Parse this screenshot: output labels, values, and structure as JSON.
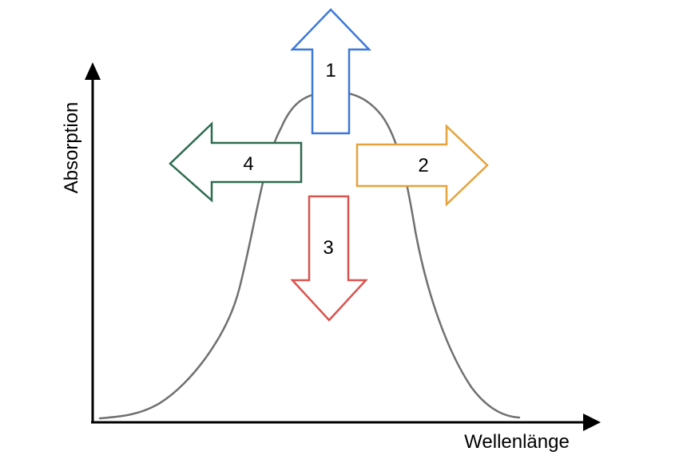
{
  "axes": {
    "y_label": "Absorption",
    "x_label": "Wellenlänge"
  },
  "arrows": [
    {
      "label": "1",
      "direction": "up",
      "color": "#3b78d8"
    },
    {
      "label": "2",
      "direction": "right",
      "color": "#e6a23c"
    },
    {
      "label": "3",
      "direction": "down",
      "color": "#d9534f"
    },
    {
      "label": "4",
      "direction": "left",
      "color": "#2e6b4f"
    }
  ],
  "colors": {
    "axis": "#000000",
    "curve": "#707070"
  }
}
